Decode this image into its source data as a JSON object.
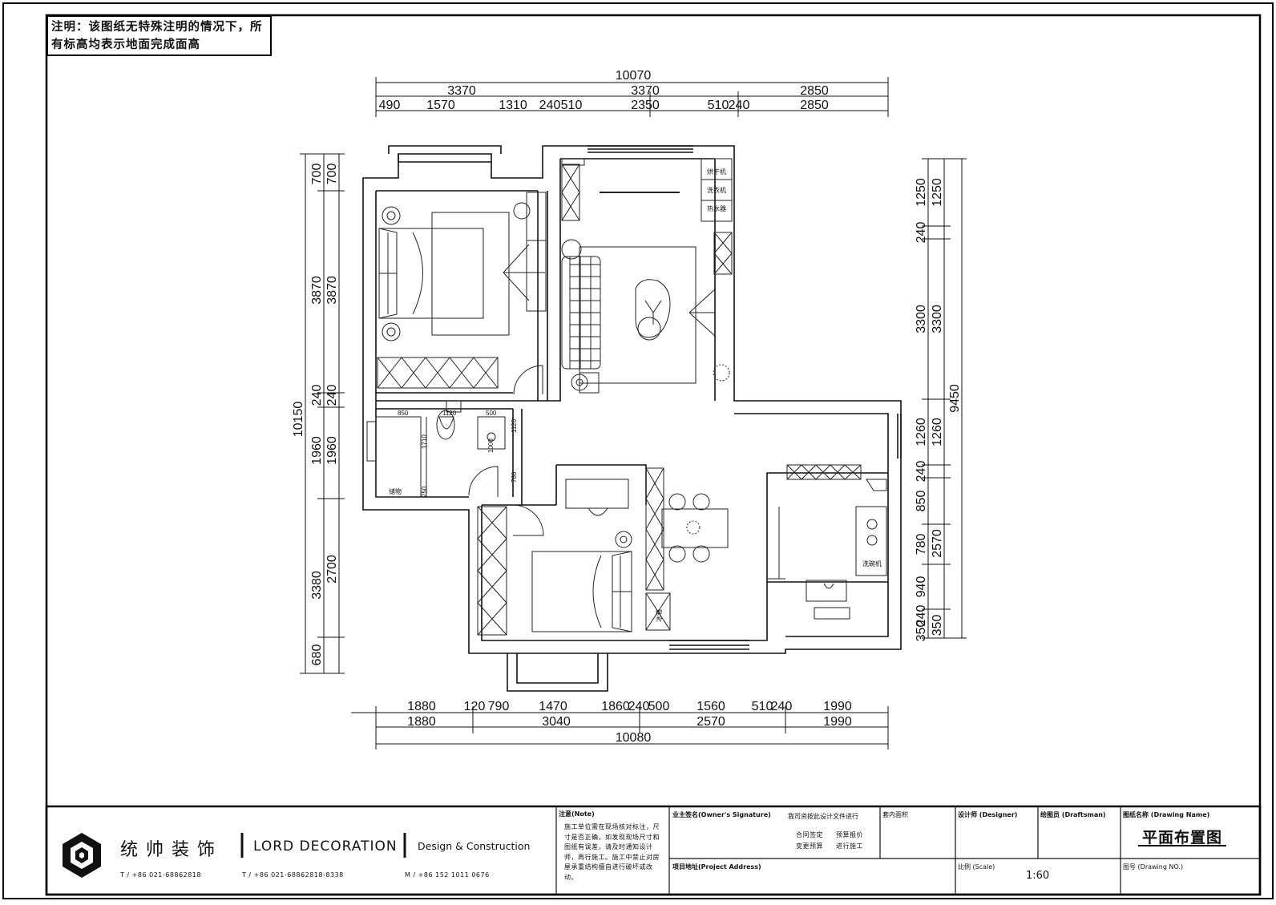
{
  "header_note": "注明：该图纸无特殊注明的情况下，所有标高均表示地面完成面高",
  "dimensions": {
    "top": {
      "total": "10070",
      "row2": [
        "3370",
        "3370",
        "2850"
      ],
      "row3": [
        "490",
        "1570",
        "1310",
        "240",
        "510",
        "2350",
        "510",
        "240",
        "2850"
      ]
    },
    "bottom": {
      "row1": [
        "1880",
        "120",
        "790",
        "1470",
        "1860",
        "240",
        "500",
        "1560",
        "510",
        "240",
        "1990"
      ],
      "row2": [
        "1880",
        "3040",
        "2570",
        "1990"
      ],
      "total": "10080"
    },
    "left": {
      "total": "10150",
      "outer": [
        "700",
        "3870",
        "240",
        "1960",
        "3380",
        "680"
      ],
      "inner": [
        "700",
        "3870",
        "240",
        "1960",
        "2700"
      ]
    },
    "right": {
      "total": "9450",
      "outer": [
        "1250",
        "240",
        "3300",
        "1260",
        "240",
        "850",
        "780",
        "940",
        "240",
        "350"
      ],
      "inner": [
        "1250",
        "3300",
        "1260",
        "2570",
        "350"
      ]
    }
  },
  "plan_labels": {
    "bath_dims": [
      "850",
      "1120",
      "500",
      "1000",
      "1710",
      "250",
      "780",
      "1120"
    ],
    "washer": "洗衣机",
    "dryer": "烘干机",
    "water_heater": "热水器",
    "fridge": "冰箱",
    "dishwasher": "洗碗机",
    "storage": "储物"
  },
  "title_block": {
    "brand_cn": "统帅装饰",
    "brand_en": "LORD DECORATION",
    "tagline": "Design & Construction",
    "phone_t1": "T / +86 021-68862818",
    "phone_t2": "T / +86 021-68862818-8338",
    "phone_m": "M / +86 152 1011 0676",
    "note_title": "注意(Note)",
    "note_body": "施工单位需在现场核对标注，尺寸是否正确，如发现现场尺寸和图纸有误差，请及时通知设计师，再行施工。施工中禁止对房屋承重结构擅自进行破坏或改动。",
    "owner_sig": "业主签名(Owner's Signature)",
    "process": "我司资按此设计文件进行",
    "process_items": [
      "合同签定",
      "预算报价",
      "变更预算",
      "进行施工"
    ],
    "area": "套内面积",
    "designer": "设计师 (Designer)",
    "draftsman": "绘图员 (Draftsman)",
    "drawing_name_label": "图纸名称 (Drawing Name)",
    "drawing_name": "平面布置图",
    "project_address": "项目地址(Project Address)",
    "scale_label": "比例 (Scale)",
    "scale": "1:60",
    "drawing_no": "图号 (Drawing NO.)"
  }
}
